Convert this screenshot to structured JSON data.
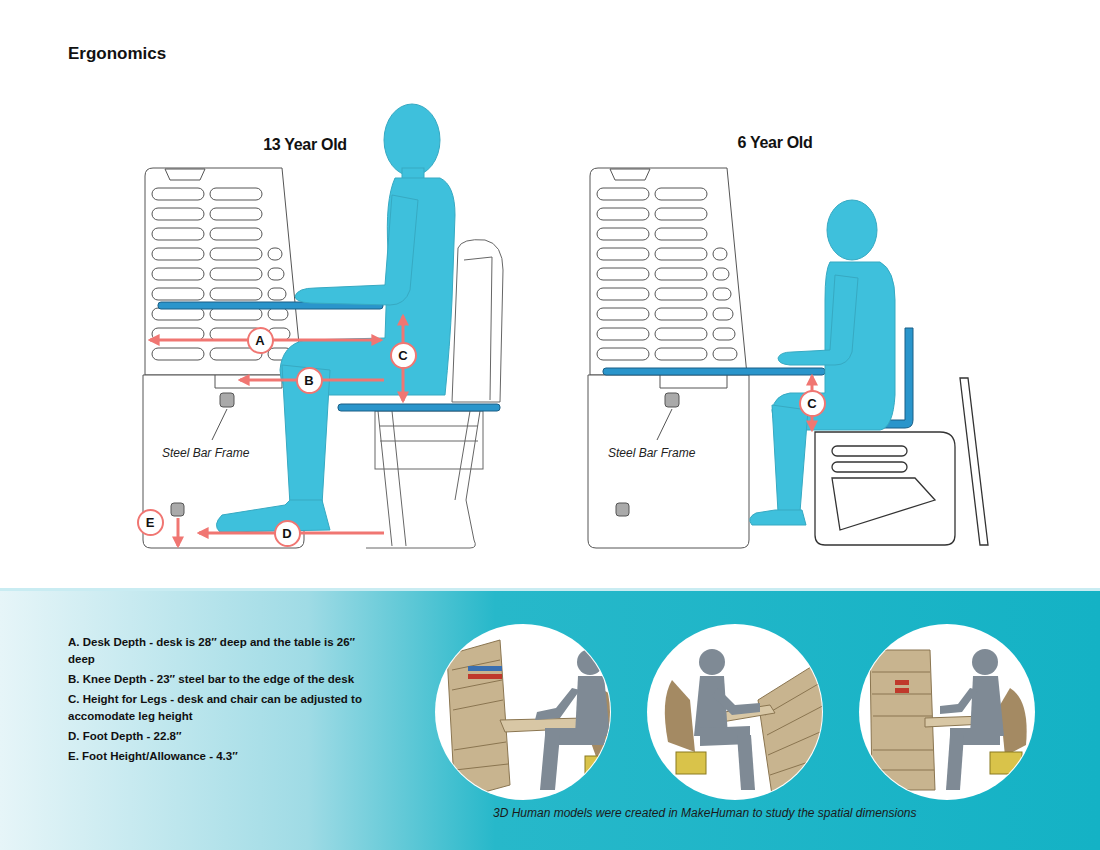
{
  "diagram": {
    "title": "Ergonomics",
    "caption": "3D Human models were created in MakeHuman to study the spatial dimensions",
    "nodes": [
      {
        "text": [
          "A"
        ]
      },
      {
        "text": [
          "B"
        ]
      },
      {
        "text": [
          "C"
        ]
      },
      {
        "text": [
          "D"
        ]
      },
      {
        "text": [
          "E"
        ]
      },
      {
        "text": [
          "C"
        ]
      }
    ],
    "labels": [
      "13 Year Old",
      "6 Year Old",
      "Steel Bar Frame",
      "Steel Bar Frame",
      "A. Desk Depth - desk is 28″ deep and the table is 26″ deep",
      "B. Knee Depth - 23″ steel bar to the edge of the desk",
      "C. Height for Legs - desk and chair can be adjusted to accomodate leg height",
      "D. Foot Depth - 22.8″",
      "E. Foot Height/Allowance - 4.3″"
    ]
  }
}
